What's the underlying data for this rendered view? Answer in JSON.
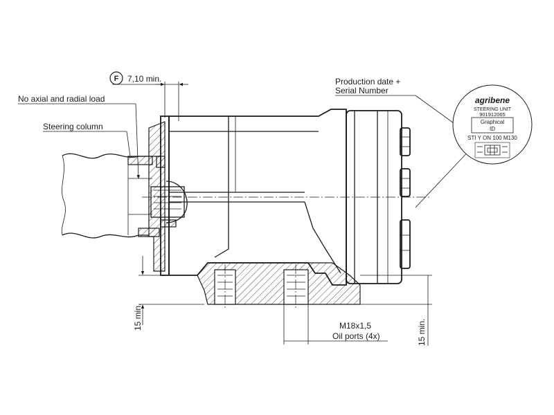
{
  "annotations": {
    "flag_letter": "F",
    "clearance": "7,10 min.",
    "no_load": "No axial and radial load",
    "steering_column": "Steering column",
    "production_date": "Production date +",
    "serial_number": "Serial Number",
    "thread": "M18x1,5",
    "oil_ports": "Oil ports (4x)",
    "dim_left": "15 min.",
    "dim_right": "15 min."
  },
  "label_plate": {
    "brand": "agribene",
    "line1": "STEERING UNIT",
    "line2": "901912065",
    "box_line1": "Graphical",
    "box_line2": "ID",
    "model": "STI Y ON 100 M130"
  },
  "colors": {
    "ink": "#1a1a1a",
    "background": "#ffffff"
  }
}
